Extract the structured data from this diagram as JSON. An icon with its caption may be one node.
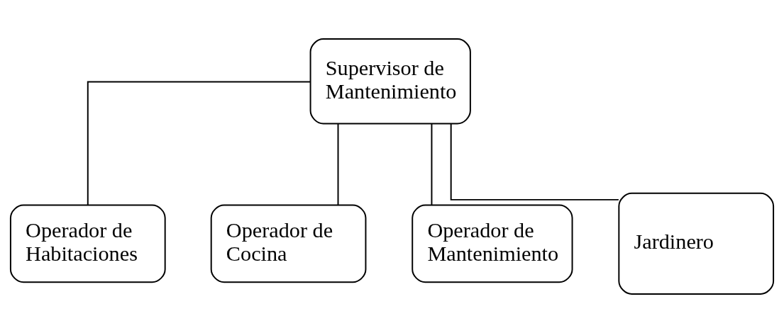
{
  "diagram": {
    "nodes": [
      {
        "text": [
          "Supervisor de Mantenimiento"
        ]
      },
      {
        "text": [
          "Operador de Habitaciones"
        ]
      },
      {
        "text": [
          "Operador de Cocina"
        ]
      },
      {
        "text": [
          "Operador de Mantenimiento"
        ]
      },
      {
        "text": [
          "Jardinero"
        ]
      }
    ],
    "edges": [
      {
        "from": 0,
        "to": 1,
        "arrow": "none"
      },
      {
        "from": 0,
        "to": 2,
        "arrow": "none"
      },
      {
        "from": 0,
        "to": 3,
        "arrow": "none"
      },
      {
        "from": 0,
        "to": 4,
        "arrow": "none"
      }
    ]
  }
}
